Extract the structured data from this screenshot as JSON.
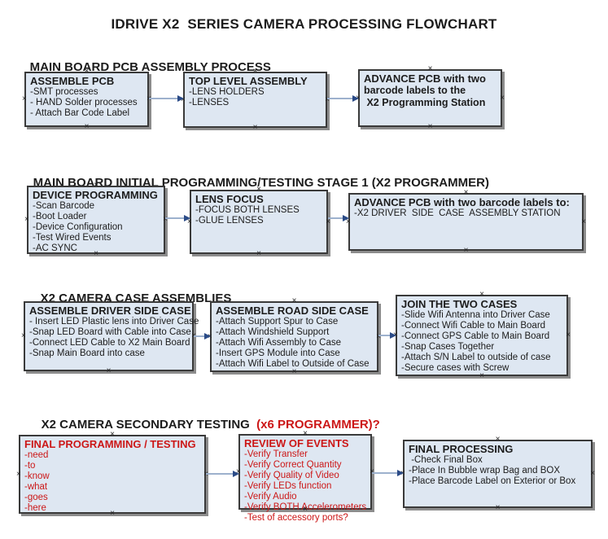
{
  "title": "IDRIVE X2  SERIES CAMERA PROCESSING FLOWCHART",
  "colors": {
    "box_fill": "#dee7f2",
    "box_border": "#3a3a3a",
    "box_shadow": "#8c8c8c",
    "red_text": "#cc1717",
    "arrow_line": "#9db1cd",
    "arrow_head": "#2b4b87"
  },
  "sections": [
    {
      "header": "MAIN BOARD PCB ASSEMBLY PROCESS",
      "boxes": [
        {
          "title": "ASSEMBLE PCB",
          "lines": [
            "-SMT processes",
            "- HAND Solder processes",
            "- Attach Bar Code Label"
          ]
        },
        {
          "title": "TOP LEVEL ASSEMBLY",
          "lines": [
            "-LENS HOLDERS",
            "-LENSES"
          ]
        },
        {
          "title": "ADVANCE PCB with two",
          "lines": [
            "barcode labels to the",
            " X2 Programming Station"
          ]
        }
      ]
    },
    {
      "header": "MAIN BOARD INITIAL PROGRAMMING/TESTING STAGE 1 (X2 PROGRAMMER)",
      "boxes": [
        {
          "title": "DEVICE PROGRAMMING",
          "lines": [
            "-Scan Barcode",
            "-Boot Loader",
            "-Device Configuration",
            "-Test Wired Events",
            "-AC SYNC"
          ]
        },
        {
          "title": "LENS FOCUS",
          "lines": [
            "-FOCUS BOTH LENSES",
            "-GLUE LENSES"
          ]
        },
        {
          "title": "ADVANCE PCB with two barcode labels to:",
          "lines": [
            "-X2 DRIVER  SIDE  CASE  ASSEMBLY STATION"
          ]
        }
      ]
    },
    {
      "header": "X2 CAMERA CASE ASSEMBLIES",
      "boxes": [
        {
          "title": "ASSEMBLE DRIVER SIDE CASE",
          "lines": [
            "- Insert LED Plastic lens into Driver Case",
            "-Snap LED Board with Cable into Case",
            "-Connect LED Cable to X2 Main Board",
            "-Snap Main Board into case"
          ]
        },
        {
          "title": "ASSEMBLE ROAD SIDE CASE",
          "lines": [
            "-Attach Support Spur to Case",
            "-Attach Windshield Support",
            "-Attach Wifi Assembly to Case",
            "-Insert GPS Module into Case",
            "-Attach Wifi Label to Outside of Case"
          ]
        },
        {
          "title": "JOIN THE TWO CASES",
          "lines": [
            "-Slide Wifi Antenna into Driver Case",
            "-Connect Wifi Cable to Main Board",
            "-Connect GPS Cable to Main Board",
            "-Snap Cases Together",
            "-Attach S/N Label to outside of case",
            "-Secure cases with Screw"
          ]
        }
      ]
    },
    {
      "header": "X2 CAMERA SECONDARY TESTING  ",
      "header_red": "(x6 PROGRAMMER)?",
      "boxes": [
        {
          "title": "FINAL PROGRAMMING / TESTING",
          "lines": [
            "-need",
            "-to",
            "-know",
            "-what",
            "-goes",
            "-here"
          ]
        },
        {
          "title": "REVIEW OF EVENTS",
          "lines": [
            "-Verify Transfer",
            "-Verify Correct Quantity",
            "-Verify Quality of Video",
            "-Verify LEDs function",
            "-Verify Audio",
            "-Verify BOTH Accelerometers",
            "-Test of accessory ports?"
          ]
        },
        {
          "title": "FINAL PROCESSING",
          "lines": [
            " -Check Final Box",
            "-Place In Bubble wrap Bag and BOX",
            "-Place Barcode Label on Exterior or Box"
          ]
        }
      ]
    }
  ]
}
